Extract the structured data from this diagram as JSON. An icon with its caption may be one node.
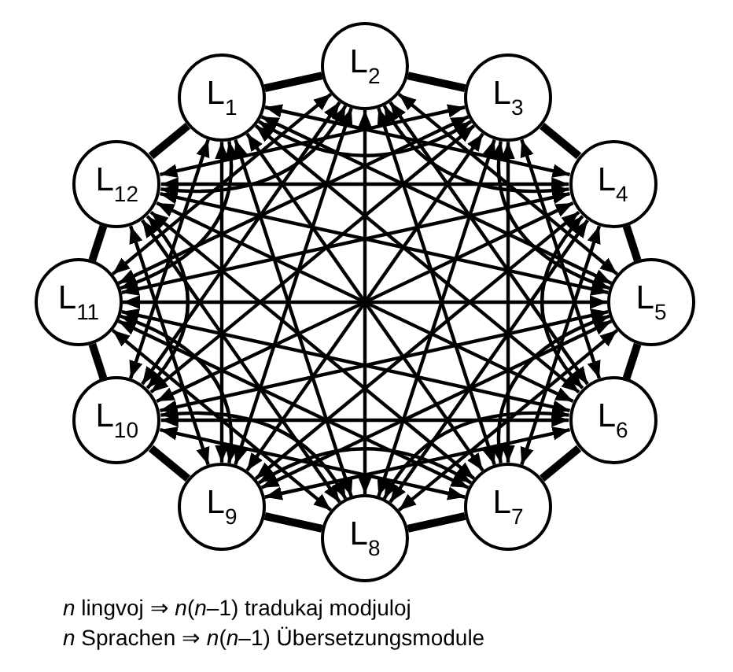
{
  "diagram": {
    "nodes": [
      {
        "text": [
          "L$_{1}$"
        ]
      },
      {
        "text": [
          "L$_{2}$"
        ]
      },
      {
        "text": [
          "L$_{3}$"
        ]
      },
      {
        "text": [
          "L$_{4}$"
        ]
      },
      {
        "text": [
          "L$_{5}$"
        ]
      },
      {
        "text": [
          "L$_{6}$"
        ]
      },
      {
        "text": [
          "L$_{7}$"
        ]
      },
      {
        "text": [
          "L$_{8}$"
        ]
      },
      {
        "text": [
          "L$_{9}$"
        ]
      },
      {
        "text": [
          "L$_{10}$"
        ]
      },
      {
        "text": [
          "L$_{11}$"
        ]
      },
      {
        "text": [
          "L$_{12}$"
        ]
      }
    ],
    "edges": [
      {
        "from": 0,
        "to": 1,
        "arrow": "none",
        "style": "thick"
      },
      {
        "from": 0,
        "to": 2,
        "arrow": "both"
      },
      {
        "from": 0,
        "to": 3,
        "arrow": "both"
      },
      {
        "from": 0,
        "to": 4,
        "arrow": "both"
      },
      {
        "from": 0,
        "to": 5,
        "arrow": "both"
      },
      {
        "from": 0,
        "to": 6,
        "arrow": "both"
      },
      {
        "from": 0,
        "to": 7,
        "arrow": "both"
      },
      {
        "from": 0,
        "to": 8,
        "arrow": "both"
      },
      {
        "from": 0,
        "to": 9,
        "arrow": "both"
      },
      {
        "from": 0,
        "to": 10,
        "arrow": "both"
      },
      {
        "from": 0,
        "to": 11,
        "arrow": "none",
        "style": "thick"
      },
      {
        "from": 1,
        "to": 2,
        "arrow": "none",
        "style": "thick"
      },
      {
        "from": 1,
        "to": 3,
        "arrow": "both"
      },
      {
        "from": 1,
        "to": 4,
        "arrow": "both"
      },
      {
        "from": 1,
        "to": 5,
        "arrow": "both"
      },
      {
        "from": 1,
        "to": 6,
        "arrow": "both"
      },
      {
        "from": 1,
        "to": 7,
        "arrow": "both"
      },
      {
        "from": 1,
        "to": 8,
        "arrow": "both"
      },
      {
        "from": 1,
        "to": 9,
        "arrow": "both"
      },
      {
        "from": 1,
        "to": 10,
        "arrow": "both"
      },
      {
        "from": 1,
        "to": 11,
        "arrow": "both"
      },
      {
        "from": 2,
        "to": 3,
        "arrow": "none",
        "style": "thick"
      },
      {
        "from": 2,
        "to": 4,
        "arrow": "both"
      },
      {
        "from": 2,
        "to": 5,
        "arrow": "both"
      },
      {
        "from": 2,
        "to": 6,
        "arrow": "both"
      },
      {
        "from": 2,
        "to": 7,
        "arrow": "both"
      },
      {
        "from": 2,
        "to": 8,
        "arrow": "both"
      },
      {
        "from": 2,
        "to": 9,
        "arrow": "both"
      },
      {
        "from": 2,
        "to": 10,
        "arrow": "both"
      },
      {
        "from": 2,
        "to": 11,
        "arrow": "both"
      },
      {
        "from": 3,
        "to": 4,
        "arrow": "none",
        "style": "thick"
      },
      {
        "from": 3,
        "to": 5,
        "arrow": "both"
      },
      {
        "from": 3,
        "to": 6,
        "arrow": "both"
      },
      {
        "from": 3,
        "to": 7,
        "arrow": "both"
      },
      {
        "from": 3,
        "to": 8,
        "arrow": "both"
      },
      {
        "from": 3,
        "to": 9,
        "arrow": "both"
      },
      {
        "from": 3,
        "to": 10,
        "arrow": "both"
      },
      {
        "from": 3,
        "to": 11,
        "arrow": "both"
      },
      {
        "from": 4,
        "to": 5,
        "arrow": "none",
        "style": "thick"
      },
      {
        "from": 4,
        "to": 6,
        "arrow": "both"
      },
      {
        "from": 4,
        "to": 7,
        "arrow": "both"
      },
      {
        "from": 4,
        "to": 8,
        "arrow": "both"
      },
      {
        "from": 4,
        "to": 9,
        "arrow": "both"
      },
      {
        "from": 4,
        "to": 10,
        "arrow": "both"
      },
      {
        "from": 4,
        "to": 11,
        "arrow": "both"
      },
      {
        "from": 5,
        "to": 6,
        "arrow": "none",
        "style": "thick"
      },
      {
        "from": 5,
        "to": 7,
        "arrow": "both"
      },
      {
        "from": 5,
        "to": 8,
        "arrow": "both"
      },
      {
        "from": 5,
        "to": 9,
        "arrow": "both"
      },
      {
        "from": 5,
        "to": 10,
        "arrow": "both"
      },
      {
        "from": 5,
        "to": 11,
        "arrow": "both"
      },
      {
        "from": 6,
        "to": 7,
        "arrow": "none",
        "style": "thick"
      },
      {
        "from": 6,
        "to": 8,
        "arrow": "both"
      },
      {
        "from": 6,
        "to": 9,
        "arrow": "both"
      },
      {
        "from": 6,
        "to": 10,
        "arrow": "both"
      },
      {
        "from": 6,
        "to": 11,
        "arrow": "both"
      },
      {
        "from": 7,
        "to": 8,
        "arrow": "none",
        "style": "thick"
      },
      {
        "from": 7,
        "to": 9,
        "arrow": "both"
      },
      {
        "from": 7,
        "to": 10,
        "arrow": "both"
      },
      {
        "from": 7,
        "to": 11,
        "arrow": "both"
      },
      {
        "from": 8,
        "to": 9,
        "arrow": "none",
        "style": "thick"
      },
      {
        "from": 8,
        "to": 10,
        "arrow": "both"
      },
      {
        "from": 8,
        "to": 11,
        "arrow": "both"
      },
      {
        "from": 9,
        "to": 10,
        "arrow": "none",
        "style": "thick"
      },
      {
        "from": 9,
        "to": 11,
        "arrow": "both"
      },
      {
        "from": 10,
        "to": 11,
        "arrow": "none",
        "style": "thick"
      }
    ],
    "labels": [
      "*n* lingvoj ⇒ *n*(*n*–1) tradukaj modjuloj",
      "*n* Sprachen ⇒ *n*(*n*–1) Übersetzungsmodule"
    ]
  }
}
